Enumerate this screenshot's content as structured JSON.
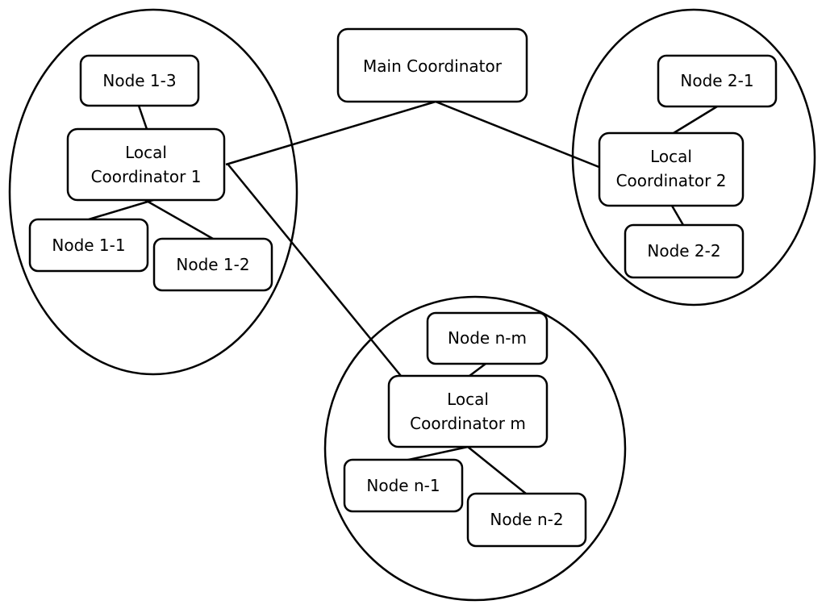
{
  "main": {
    "label": "Main Coordinator"
  },
  "clusters": [
    {
      "coordinator": {
        "line1": "Local",
        "line2": "Coordinator 1"
      },
      "nodes": [
        "Node 1-3",
        "Node 1-1",
        "Node 1-2"
      ]
    },
    {
      "coordinator": {
        "line1": "Local",
        "line2": "Coordinator 2"
      },
      "nodes": [
        "Node 2-1",
        "Node 2-2"
      ]
    },
    {
      "coordinator": {
        "line1": "Local",
        "line2": "Coordinator m"
      },
      "nodes": [
        "Node n-m",
        "Node n-1",
        "Node n-2"
      ]
    }
  ]
}
